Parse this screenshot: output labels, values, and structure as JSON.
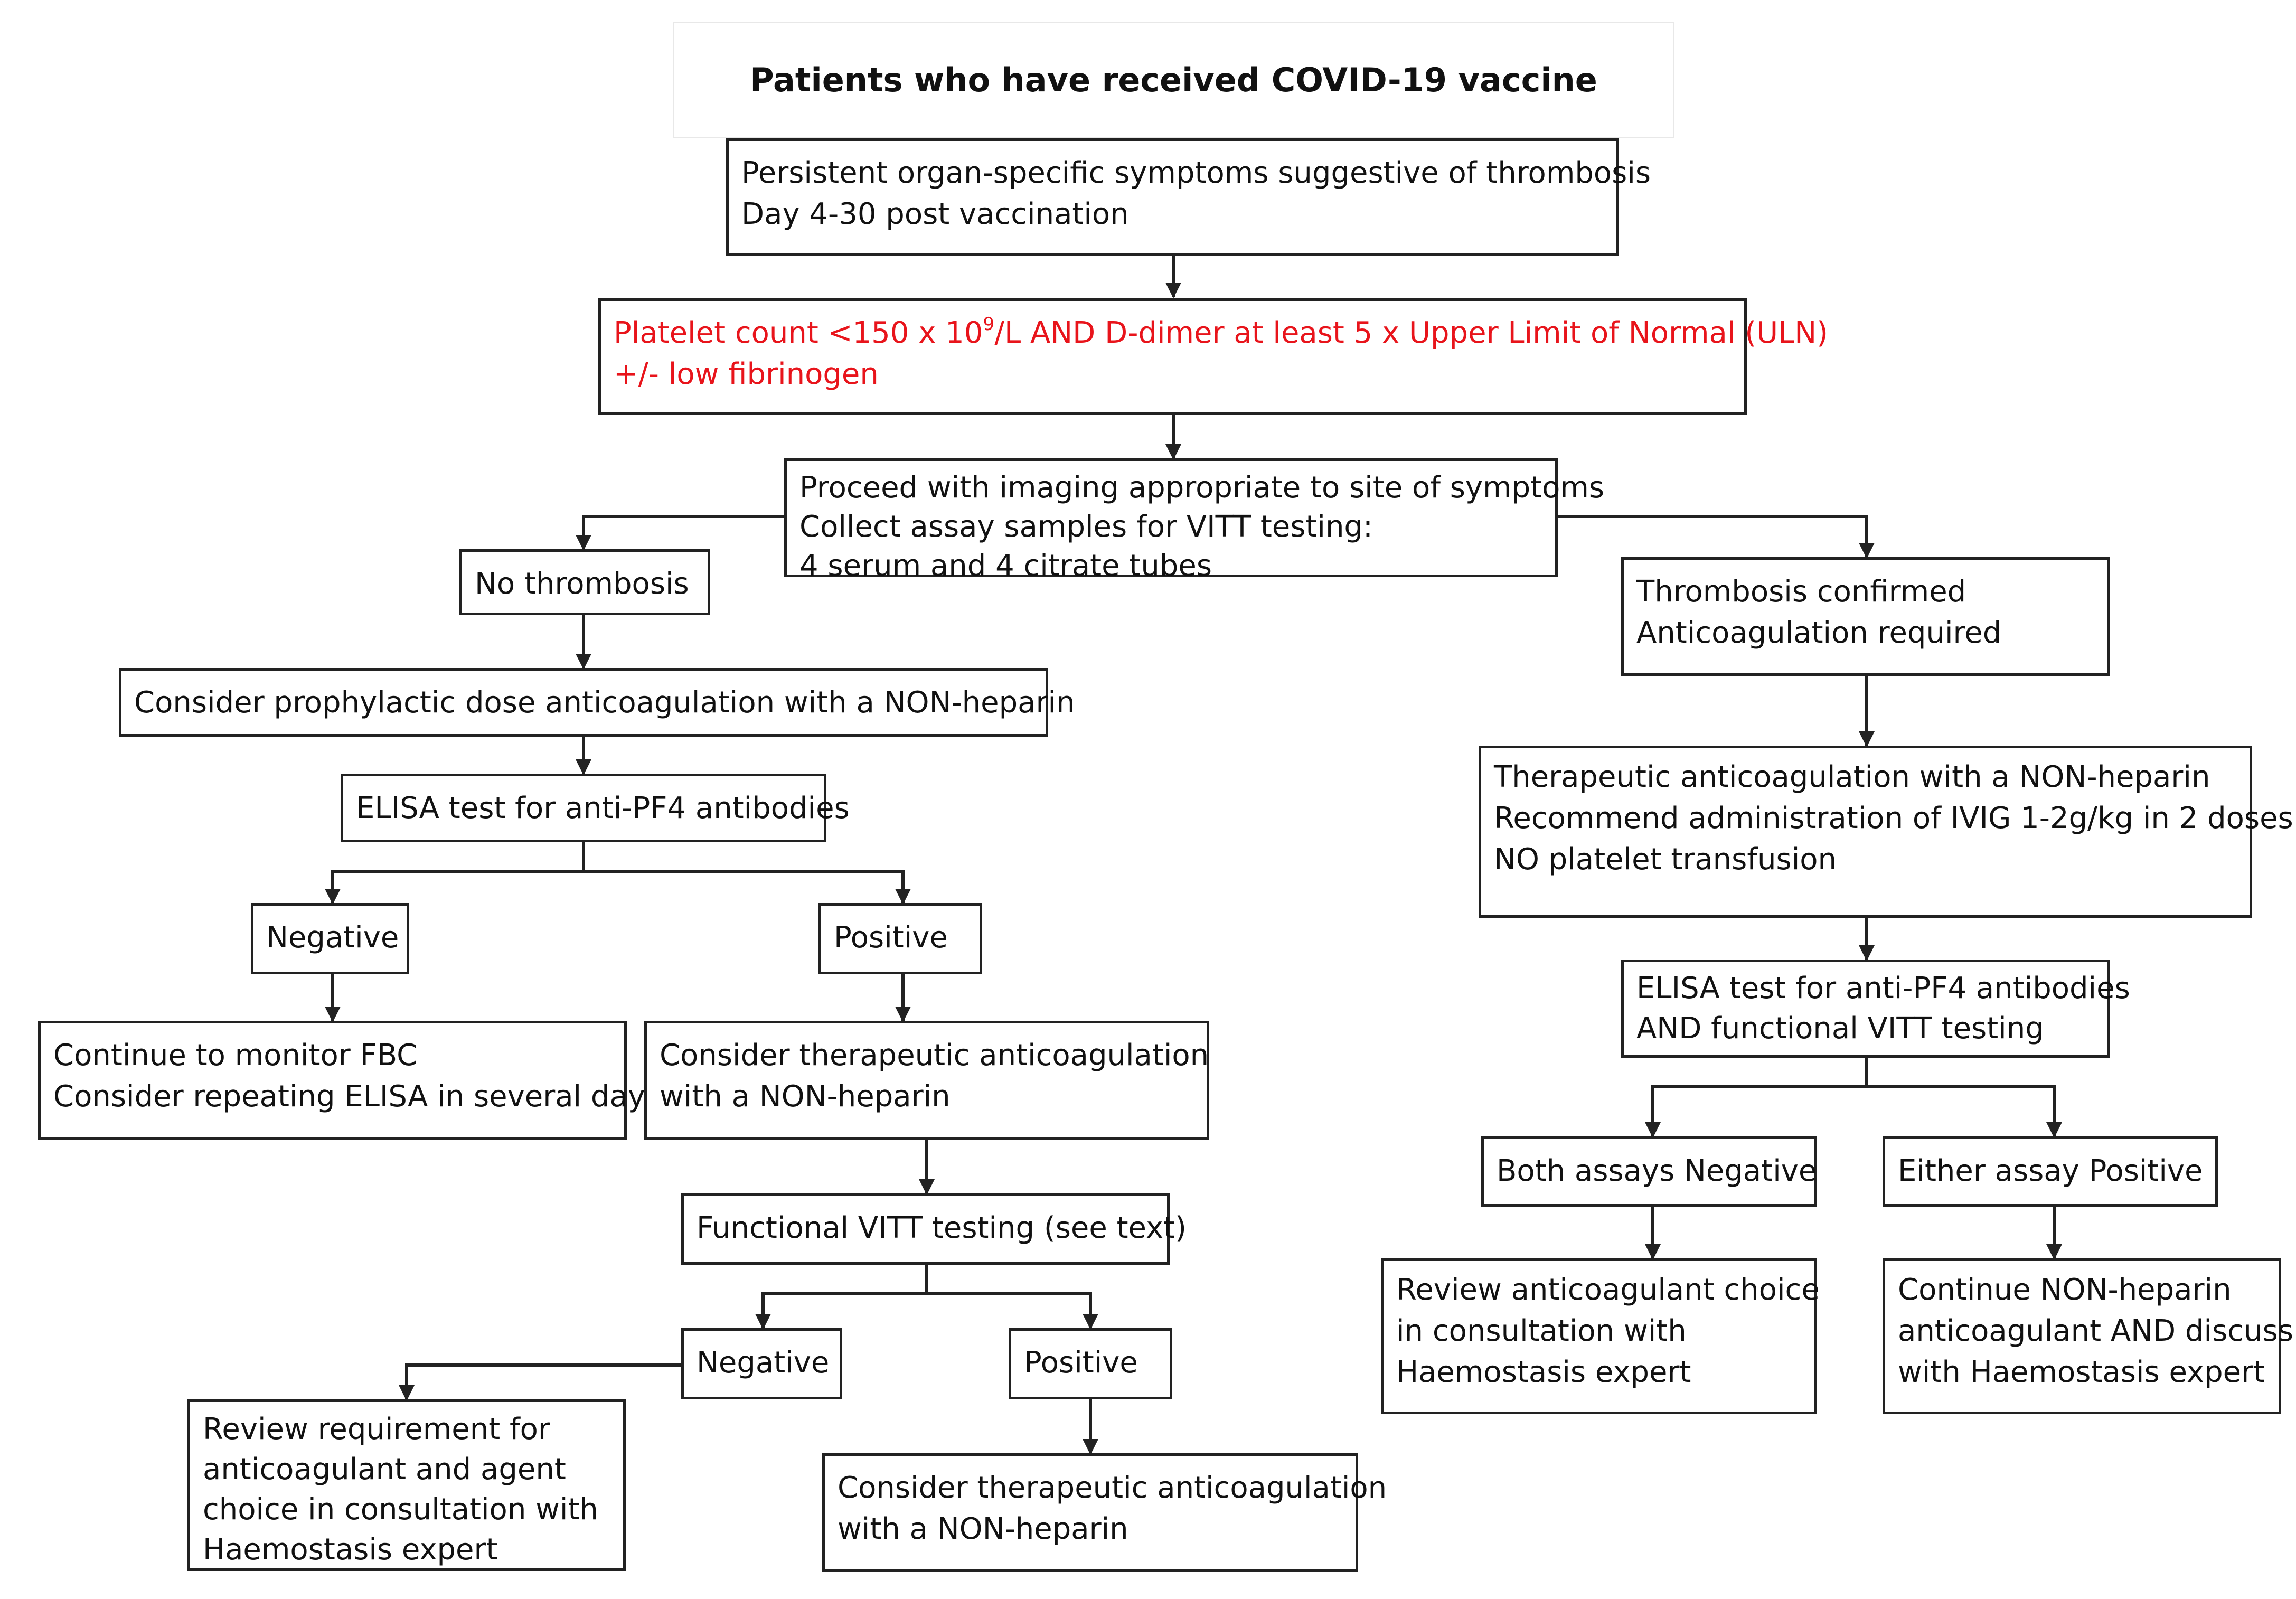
{
  "title": "Patients who have received COVID-19 vaccine",
  "nodes": {
    "symptoms": [
      "Persistent organ-specific symptoms suggestive of thrombosis",
      "Day 4-30 post vaccination"
    ],
    "platelet": {
      "line1_a": "Platelet count <150 x 10",
      "line1_sup": "9",
      "line1_b": "/L AND D-dimer at least 5 x Upper Limit of Normal (ULN)",
      "line2": "+/- low fibrinogen"
    },
    "imaging": [
      "Proceed with imaging appropriate to site of symptoms",
      "Collect assay samples for VITT testing:",
      "4 serum and 4 citrate tubes"
    ],
    "no_thrombosis": [
      "No thrombosis"
    ],
    "prophylactic": [
      "Consider prophylactic dose anticoagulation with a NON-heparin"
    ],
    "elisa_left": [
      "ELISA test for anti-PF4 antibodies"
    ],
    "negative_1": [
      "Negative"
    ],
    "positive_1": [
      "Positive"
    ],
    "monitor_fbc": [
      "Continue to monitor FBC",
      "Consider repeating ELISA in several days"
    ],
    "therapeutic_1": [
      "Consider therapeutic anticoagulation",
      "with a NON-heparin"
    ],
    "functional_vitt": [
      "Functional VITT testing (see text)"
    ],
    "negative_2": [
      "Negative"
    ],
    "positive_2": [
      "Positive"
    ],
    "review_requirement": [
      "Review requirement for",
      "anticoagulant and agent",
      "choice in consultation with",
      "Haemostasis expert"
    ],
    "therapeutic_2": [
      "Consider therapeutic anticoagulation",
      "with a NON-heparin"
    ],
    "thrombosis_confirmed": [
      "Thrombosis confirmed",
      "Anticoagulation required"
    ],
    "therapeutic_right": [
      "Therapeutic anticoagulation with a NON-heparin",
      "Recommend administration of IVIG 1-2g/kg in 2 doses",
      "NO platelet transfusion"
    ],
    "elisa_right": [
      "ELISA test for anti-PF4 antibodies",
      "AND functional VITT testing"
    ],
    "both_negative": [
      "Both assays Negative"
    ],
    "either_positive": [
      "Either assay Positive"
    ],
    "review_choice": [
      "Review anticoagulant choice",
      "in consultation with",
      "Haemostasis expert"
    ],
    "continue_nonheparin": [
      "Continue NON-heparin",
      "anticoagulant AND discuss",
      "with Haemostasis expert"
    ]
  },
  "colors": {
    "line": "#222222",
    "red_text": "#e8141b",
    "title_border": "#e8e8e8"
  }
}
